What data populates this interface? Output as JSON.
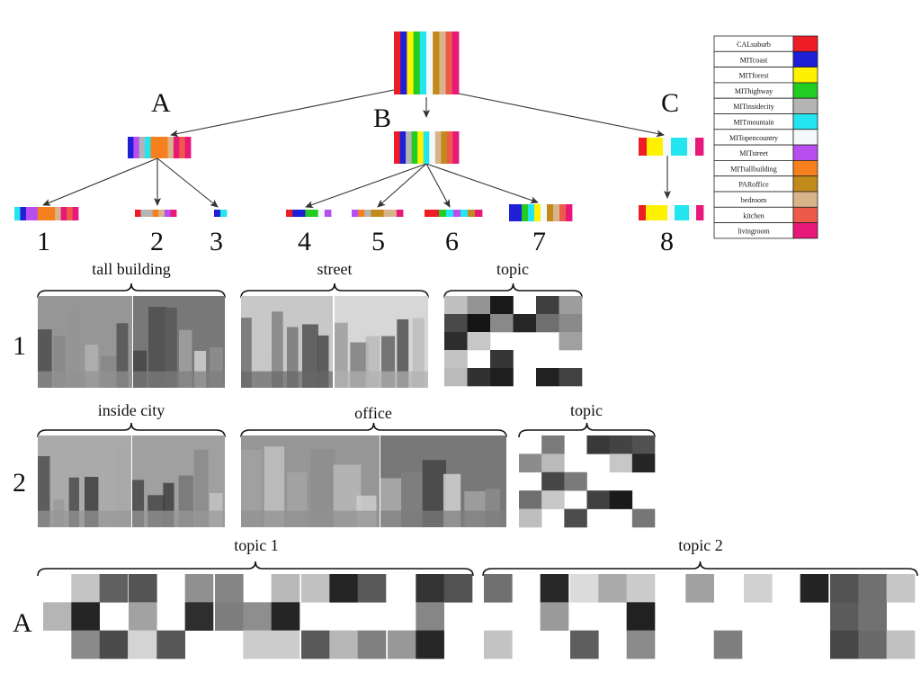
{
  "categories": [
    {
      "label": "CALsuburb",
      "color": "#ee1c25"
    },
    {
      "label": "MITcoast",
      "color": "#1f1fd6"
    },
    {
      "label": "MITforest",
      "color": "#fff200"
    },
    {
      "label": "MIThighway",
      "color": "#22cc22"
    },
    {
      "label": "MITinsidecity",
      "color": "#b4b4b4"
    },
    {
      "label": "MITmountain",
      "color": "#22e5f0"
    },
    {
      "label": "MITopencountry",
      "color": "#f4f8fb"
    },
    {
      "label": "MITstreet",
      "color": "#b84ef0"
    },
    {
      "label": "MITtallbuilding",
      "color": "#f7801e"
    },
    {
      "label": "PARoffice",
      "color": "#c28a1a"
    },
    {
      "label": "bedroom",
      "color": "#d8b48a"
    },
    {
      "label": "kitchen",
      "color": "#ee5a4a"
    },
    {
      "label": "livingroom",
      "color": "#e8177a"
    }
  ],
  "tree": {
    "root": {
      "bars": [
        0,
        1,
        2,
        3,
        5,
        6,
        9,
        10,
        11,
        12
      ]
    },
    "branches": [
      {
        "label": "A",
        "bars": [
          1,
          7,
          4,
          5,
          8,
          8,
          8,
          10,
          12,
          11,
          12
        ]
      },
      {
        "label": "B",
        "bars": [
          0,
          1,
          4,
          3,
          2,
          5,
          6,
          10,
          9,
          11,
          12
        ]
      },
      {
        "label": "C",
        "bars": [
          0,
          2,
          2,
          6,
          5,
          5,
          6,
          12
        ]
      }
    ],
    "leaves": [
      {
        "label": "1",
        "bars": [
          5,
          1,
          7,
          7,
          8,
          8,
          8,
          10,
          12,
          11,
          12
        ]
      },
      {
        "label": "2",
        "bars": [
          0,
          4,
          4,
          8,
          10,
          7,
          12
        ]
      },
      {
        "label": "3",
        "bars": [
          1,
          5
        ]
      },
      {
        "label": "4",
        "bars": [
          0,
          1,
          1,
          3,
          3,
          6,
          7
        ]
      },
      {
        "label": "5",
        "bars": [
          7,
          8,
          4,
          9,
          9,
          10,
          10,
          12
        ]
      },
      {
        "label": "6",
        "bars": [
          0,
          0,
          3,
          5,
          7,
          5,
          9,
          12
        ]
      },
      {
        "label": "7",
        "bars": [
          1,
          1,
          3,
          5,
          2,
          6,
          9,
          10,
          11,
          12
        ]
      },
      {
        "label": "8",
        "bars": [
          0,
          2,
          2,
          2,
          6,
          5,
          5,
          6,
          12
        ]
      }
    ]
  },
  "rows": [
    {
      "label": "1",
      "groups": [
        {
          "caption": "tall building",
          "kind": "photos"
        },
        {
          "caption": "street",
          "kind": "photos"
        },
        {
          "caption": "topic",
          "kind": "topic"
        }
      ]
    },
    {
      "label": "2",
      "groups": [
        {
          "caption": "inside city",
          "kind": "photos"
        },
        {
          "caption": "office",
          "kind": "photos"
        },
        {
          "caption": "topic",
          "kind": "topic"
        }
      ]
    },
    {
      "label": "A",
      "groups": [
        {
          "caption": "topic 1",
          "kind": "patches"
        },
        {
          "caption": "topic 2",
          "kind": "patches"
        }
      ]
    }
  ]
}
